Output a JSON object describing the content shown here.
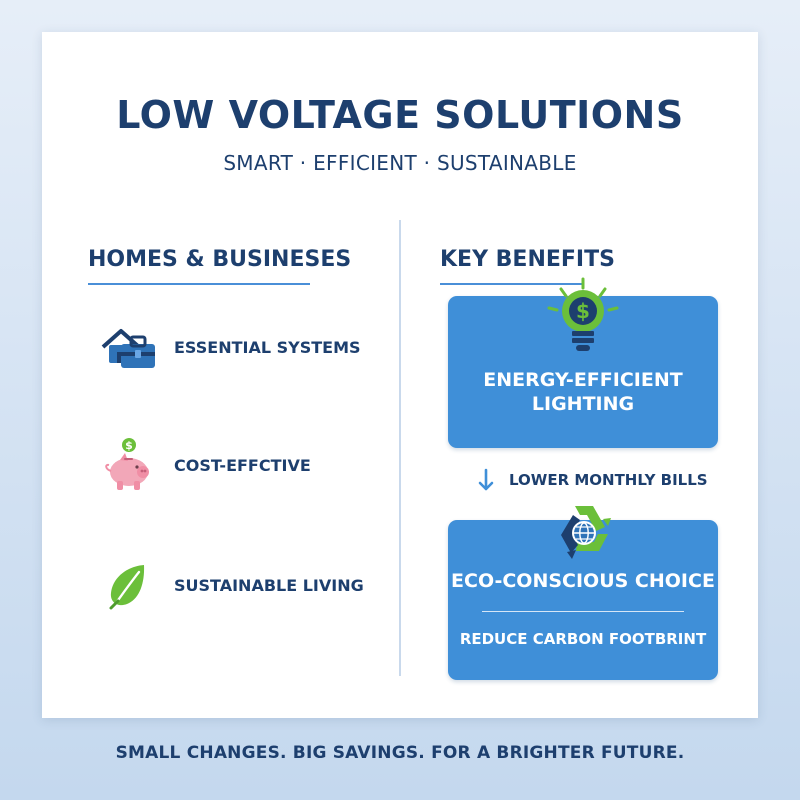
{
  "card": {
    "title": "LOW VOLTAGE SOLUTIONS",
    "subtitle": "SMART · EFFICIENT · SUSTAINABLE"
  },
  "left_section": {
    "heading": "HOMES & BUSINESES",
    "items": [
      {
        "icon": "house-briefcase-icon",
        "label": "ESSENTIAL SYSTEMS"
      },
      {
        "icon": "piggy-bank-icon",
        "label": "COST-EFFCTIVE"
      },
      {
        "icon": "leaf-icon",
        "label": "SUSTAINABLE LIVING"
      }
    ]
  },
  "right_section": {
    "heading": "KEY BENEFITS",
    "benefits": [
      {
        "icon": "lightbulb-dollar-icon",
        "title": "ENERGY-EFFICIENT LIGHTING"
      },
      {
        "icon": "recycle-globe-icon",
        "title": "ECO-CONSCIOUS CHOICE",
        "subtitle": "REDUCE CARBON FOOTBRINT"
      }
    ],
    "arrow_text": "LOWER MONTHLY BILLS",
    "arrow_icon": "down-arrow-icon"
  },
  "footer": {
    "text": "SMALL CHANGES. BIG SAVINGS. FOR A BRIGHTER FUTURE."
  },
  "colors": {
    "navy": "#1d3f6e",
    "accent_blue": "#3f8fd8",
    "underline_blue": "#4a8fd8",
    "green": "#6bbf3a",
    "pink": "#f2a7b8",
    "background_top": "#e6eef8",
    "background_bottom": "#c4d8ee"
  }
}
